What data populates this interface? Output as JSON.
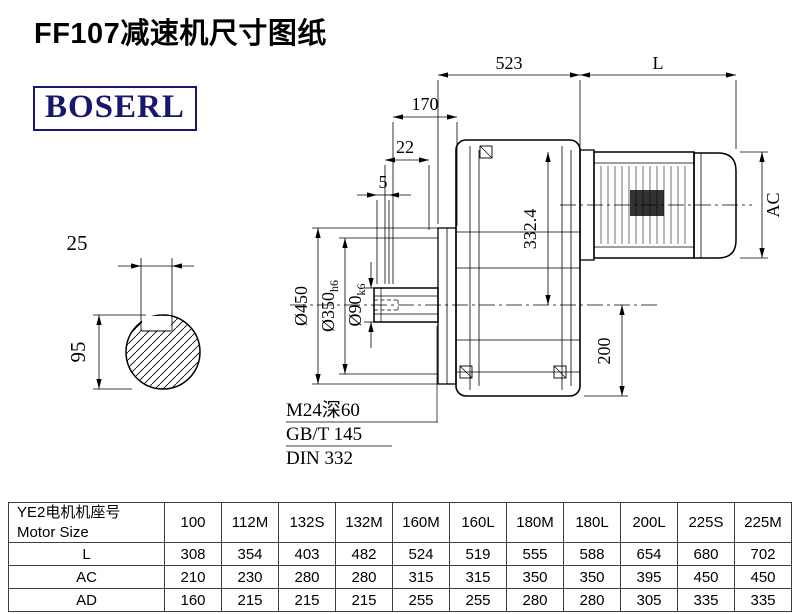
{
  "page": {
    "title": "FF107减速机尺寸图纸",
    "logo_text": "BOSERL"
  },
  "drawing": {
    "dim_523": "523",
    "dim_L": "L",
    "dim_170": "170",
    "dim_22": "22",
    "dim_5": "5",
    "dim_AC": "AC",
    "dim_332_4": "332.4",
    "dim_200": "200",
    "dim_25": "25",
    "dim_95": "95",
    "dia_450": "Ø450",
    "dia_350": "Ø350",
    "dia_350_tol": "h6",
    "dia_90": "Ø90",
    "dia_90_tol": "k6",
    "note_thread": "M24深60",
    "note_gbt": "GB/T 145",
    "note_din": "DIN 332"
  },
  "table": {
    "row_header_cn": "YE2电机机座号",
    "row_header_en": "Motor Size",
    "columns": [
      "100",
      "112M",
      "132S",
      "132M",
      "160M",
      "160L",
      "180M",
      "180L",
      "200L",
      "225S",
      "225M"
    ],
    "rows": [
      {
        "label": "L",
        "values": [
          "308",
          "354",
          "403",
          "482",
          "524",
          "519",
          "555",
          "588",
          "654",
          "680",
          "702"
        ]
      },
      {
        "label": "AC",
        "values": [
          "210",
          "230",
          "280",
          "280",
          "315",
          "315",
          "350",
          "350",
          "395",
          "450",
          "450"
        ]
      },
      {
        "label": "AD",
        "values": [
          "160",
          "215",
          "215",
          "215",
          "255",
          "255",
          "280",
          "280",
          "305",
          "335",
          "335"
        ]
      }
    ]
  }
}
